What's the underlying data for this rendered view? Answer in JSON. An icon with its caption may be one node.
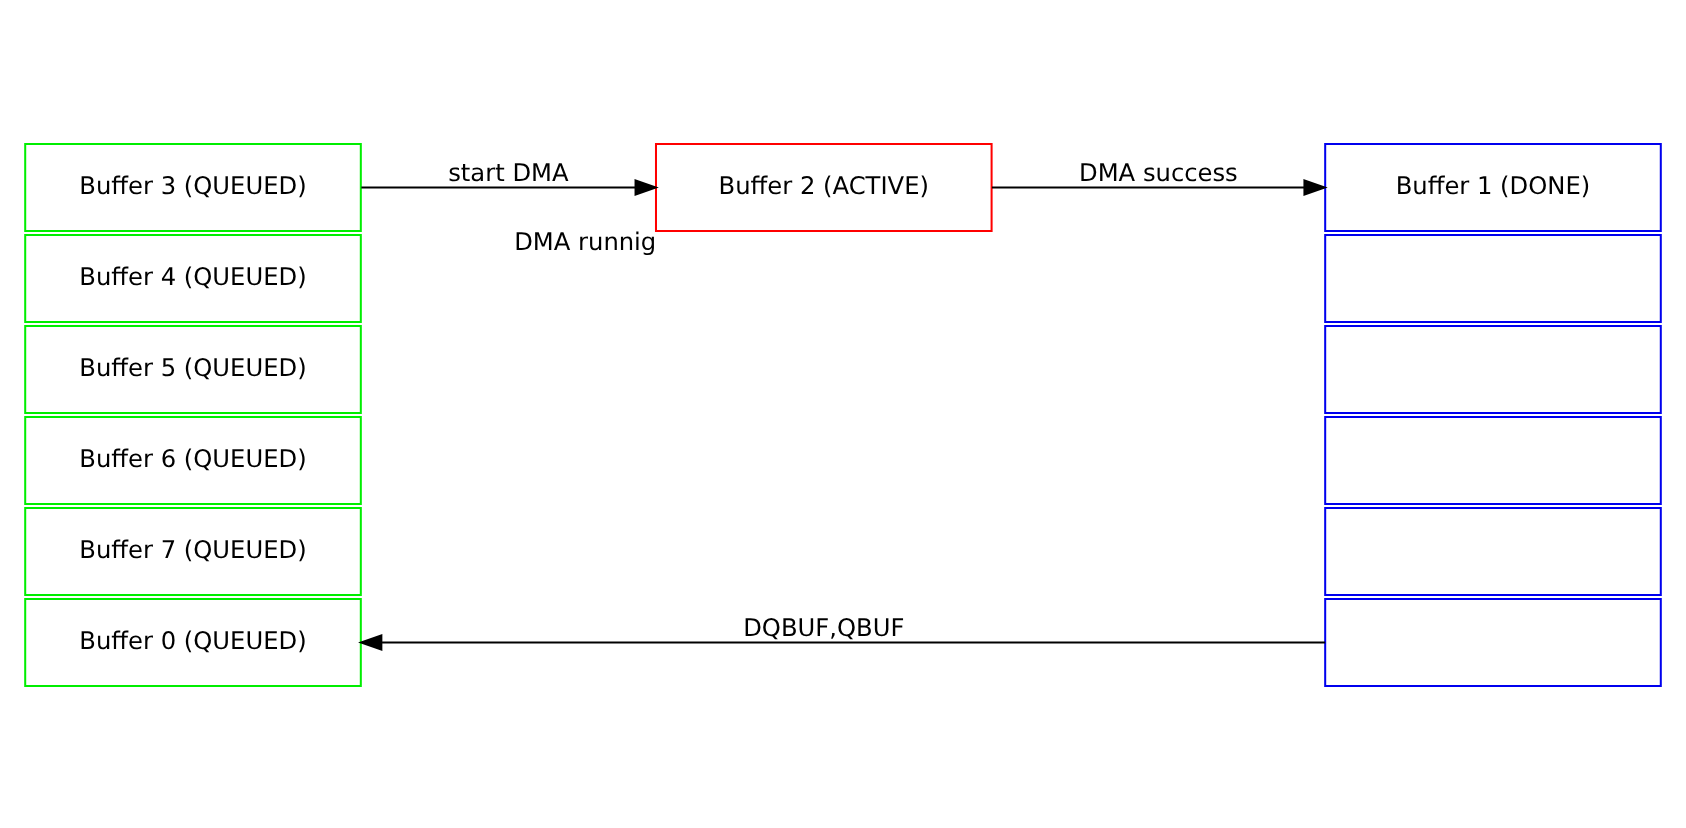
{
  "diagram": {
    "nodes": [
      {
        "text": [
          "Buffer 3 (QUEUED)"
        ]
      },
      {
        "text": [
          "Buffer 4 (QUEUED)"
        ]
      },
      {
        "text": [
          "Buffer 5 (QUEUED)"
        ]
      },
      {
        "text": [
          "Buffer 6 (QUEUED)"
        ]
      },
      {
        "text": [
          "Buffer 7 (QUEUED)"
        ]
      },
      {
        "text": [
          "Buffer 0 (QUEUED)"
        ]
      },
      {
        "text": [
          "Buffer 2 (ACTIVE)"
        ],
        "beside": [
          "DMA runnig"
        ]
      },
      {
        "text": [
          "Buffer 1 (DONE)"
        ]
      },
      {
        "text": [],
        "shape": "box"
      },
      {
        "text": [],
        "shape": "box"
      },
      {
        "text": [],
        "shape": "box"
      },
      {
        "text": [],
        "shape": "box"
      },
      {
        "text": [],
        "shape": "box"
      }
    ],
    "edges": [
      {
        "from": 0,
        "to": 6,
        "arrow": "to",
        "label": "start DMA"
      },
      {
        "from": 6,
        "to": 7,
        "arrow": "to",
        "label": "DMA success"
      },
      {
        "from": 12,
        "to": 5,
        "arrow": "to",
        "label": "DQBUF,QBUF"
      }
    ]
  }
}
